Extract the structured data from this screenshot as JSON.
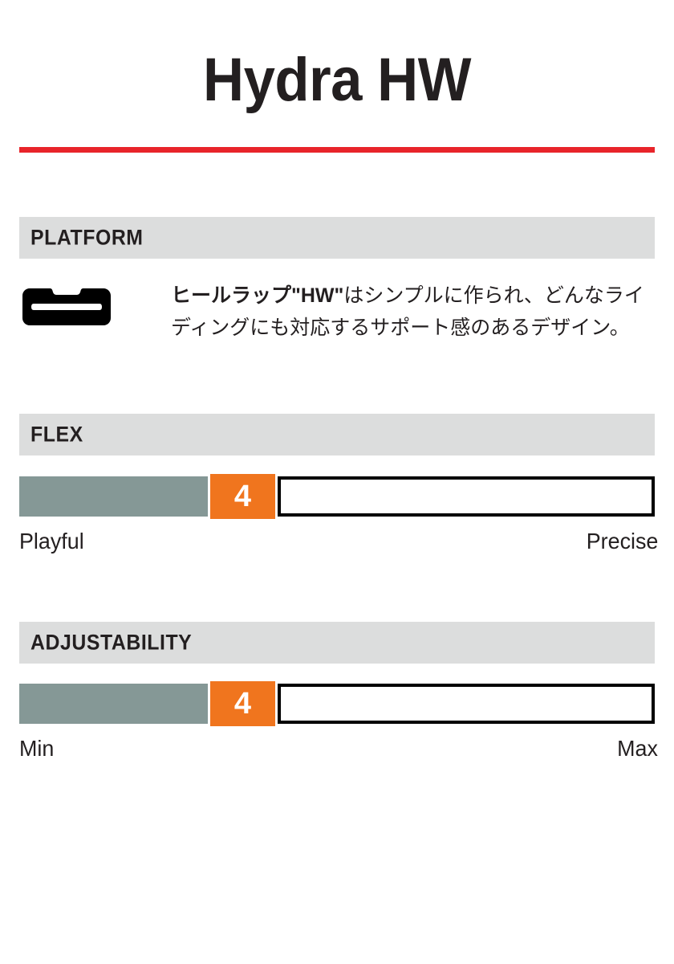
{
  "product": {
    "title": "Hydra HW",
    "accent_rule_color": "#e8242a"
  },
  "colors": {
    "accent_red": "#e8242a",
    "header_gray": "#dcdddd",
    "bar_fill_gray_green": "#859896",
    "badge_orange": "#f0751e",
    "text_dark": "#231f20",
    "track_border": "#000000"
  },
  "sections": {
    "platform": {
      "header": "PLATFORM",
      "icon": "heel-wrap-icon",
      "description_bold": "ヒールラップ\"HW\"",
      "description_rest": "はシンプルに作られ、どんなライディングにも対応するサポート感のあるデザイン。"
    },
    "flex": {
      "header": "FLEX",
      "value": "4",
      "scale_min_label": "Playful",
      "scale_max_label": "Precise"
    },
    "adjustability": {
      "header": "ADJUSTABILITY",
      "value": "4",
      "scale_min_label": "Min",
      "scale_max_label": "Max"
    }
  }
}
